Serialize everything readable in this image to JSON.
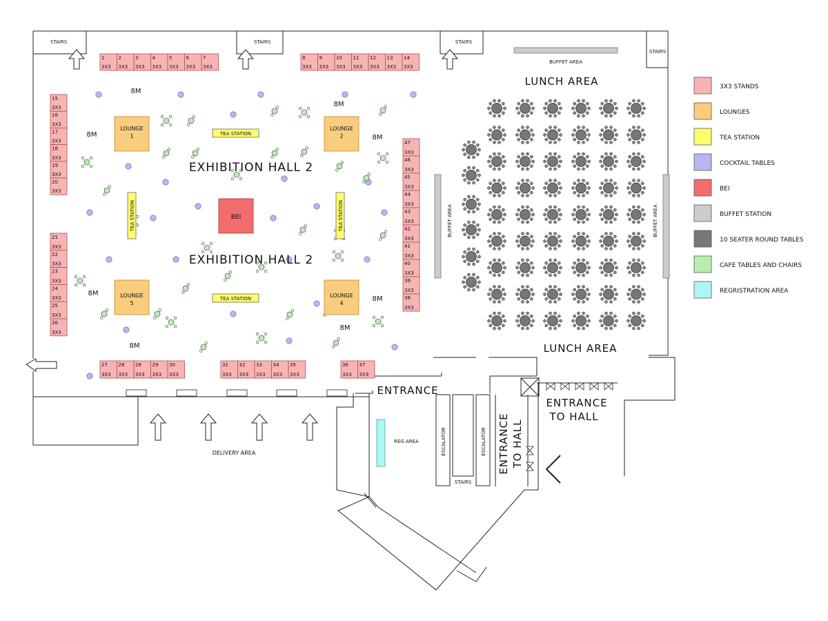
{
  "hall_titles": [
    "EXHIBITION HALL 2",
    "EXHIBITION HALL 2"
  ],
  "lunch_area_labels": [
    "LUNCH AREA",
    "LUNCH AREA"
  ],
  "stairs_label": "STAIRS",
  "buffet_area_label": "BUFFET AREA",
  "tea_station_label": "TEA STATION",
  "bei_label": "BEI",
  "distance_label": "8M",
  "stand_size": "3X3",
  "stands_top_left": [
    "1",
    "2",
    "3",
    "4",
    "5",
    "6",
    "7"
  ],
  "stands_top_right": [
    "8",
    "9",
    "10",
    "11",
    "12",
    "13",
    "14"
  ],
  "stands_left_upper": [
    "15",
    "16",
    "17",
    "18",
    "19",
    "20"
  ],
  "stands_left_lower": [
    "21",
    "22",
    "23",
    "24",
    "25",
    "26"
  ],
  "stands_right": [
    "47",
    "46",
    "45",
    "44",
    "43",
    "42",
    "41",
    "40",
    "39",
    "38"
  ],
  "stands_bottom_a": [
    "27",
    "28",
    "28",
    "29",
    "30"
  ],
  "stands_bottom_b": [
    "31",
    "32",
    "33",
    "34",
    "35"
  ],
  "stands_bottom_c": [
    "36",
    "37"
  ],
  "lounges": [
    {
      "label": "LOUNGE",
      "num": "1"
    },
    {
      "label": "LOUNGE",
      "num": "2"
    },
    {
      "label": "LOUNGE",
      "num": "5"
    },
    {
      "label": "LOUNGE",
      "num": "4"
    }
  ],
  "entrance_label": "ENTRANCE",
  "entrance_to_hall_label": "ENTRANCE TO HALL",
  "entrance_to_hall_vertical": [
    "ENTRANCE",
    "TO HALL"
  ],
  "delivery_area_label": "DELIVERY AREA",
  "reg_area_label": "REG AREA",
  "escalator_label": "ESCALATOR",
  "stairs_small_label": "STAIRS",
  "legend": [
    {
      "label": "3X3 STANDS",
      "color": "#f8b4b4"
    },
    {
      "label": "LOUNGES",
      "color": "#f9cc7e"
    },
    {
      "label": "TEA STATION",
      "color": "#fdfd6a"
    },
    {
      "label": "COCKTAIL TABLES",
      "color": "#b8b8f0"
    },
    {
      "label": "BEI",
      "color": "#f26d6d"
    },
    {
      "label": "BUFFET STATION",
      "color": "#cccccc"
    },
    {
      "label": "10 SEATER ROUND TABLES",
      "color": "#777777"
    },
    {
      "label": "CAFE TABLES AND CHAIRS",
      "color": "#b9eeb0"
    },
    {
      "label": "REGRISTRATION AREA",
      "color": "#aef6f6"
    }
  ],
  "colors": {
    "stand": "#f8b4b4",
    "lounge": "#f9cc7e",
    "tea": "#fdfd6a",
    "cocktail": "#b8b8f0",
    "bei": "#f26d6d",
    "buffet": "#cccccc",
    "round_table": "#777777",
    "cafe": "#b9eeb0",
    "reg": "#aef6f6"
  }
}
